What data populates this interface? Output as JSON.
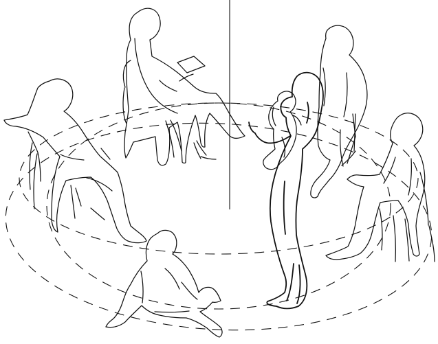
{
  "scene": {
    "kind": "line-drawing-illustration",
    "colors": {
      "background": "#ffffff",
      "ink": "#111111"
    },
    "figures": [
      "seated-reader",
      "seated-man-left",
      "sitting-ground-figure",
      "standing-woman",
      "child-figure",
      "seated-man-right",
      "seated-woman-right"
    ],
    "elements": [
      "center-divider-line",
      "dashed-ellipse-rings",
      "chairs"
    ]
  }
}
